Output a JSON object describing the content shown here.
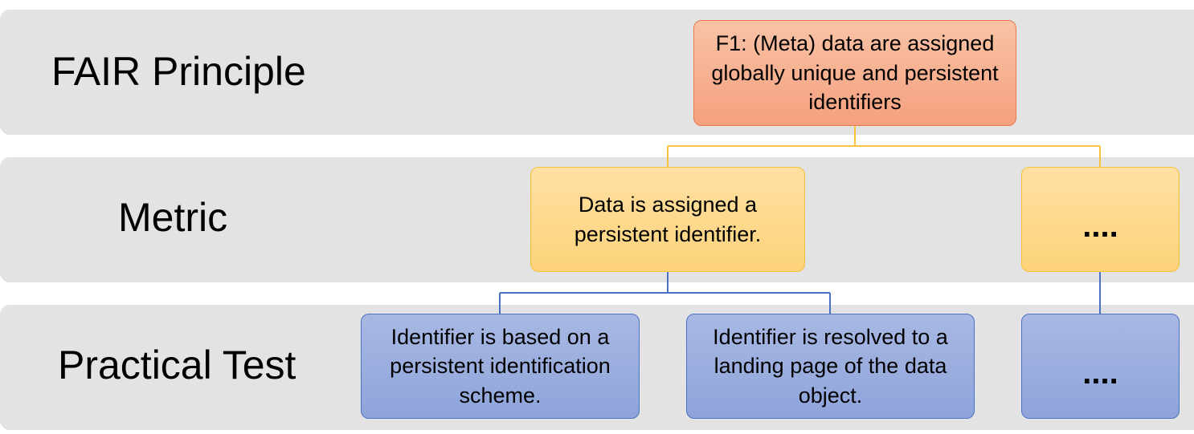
{
  "rows": {
    "principle": {
      "label": "FAIR Principle"
    },
    "metric": {
      "label": "Metric"
    },
    "test": {
      "label": "Practical Test"
    }
  },
  "nodes": {
    "principle_f1": "F1: (Meta) data are assigned globally unique and persistent identifiers",
    "metric_1": "Data is assigned a persistent identifier.",
    "metric_more": "....",
    "test_1": "Identifier is based on a persistent identification scheme.",
    "test_2": "Identifier is resolved to a landing page of the data object.",
    "test_more": "...."
  },
  "colors": {
    "band": "#e3e3e3",
    "principle_fill": "#f7b08f",
    "principle_border": "#e9794b",
    "metric_fill": "#fed98c",
    "metric_border": "#f4c23a",
    "test_fill": "#9aaede",
    "test_border": "#4a72c4",
    "connector_yellow": "#f5c43c",
    "connector_blue": "#4a72c4"
  }
}
